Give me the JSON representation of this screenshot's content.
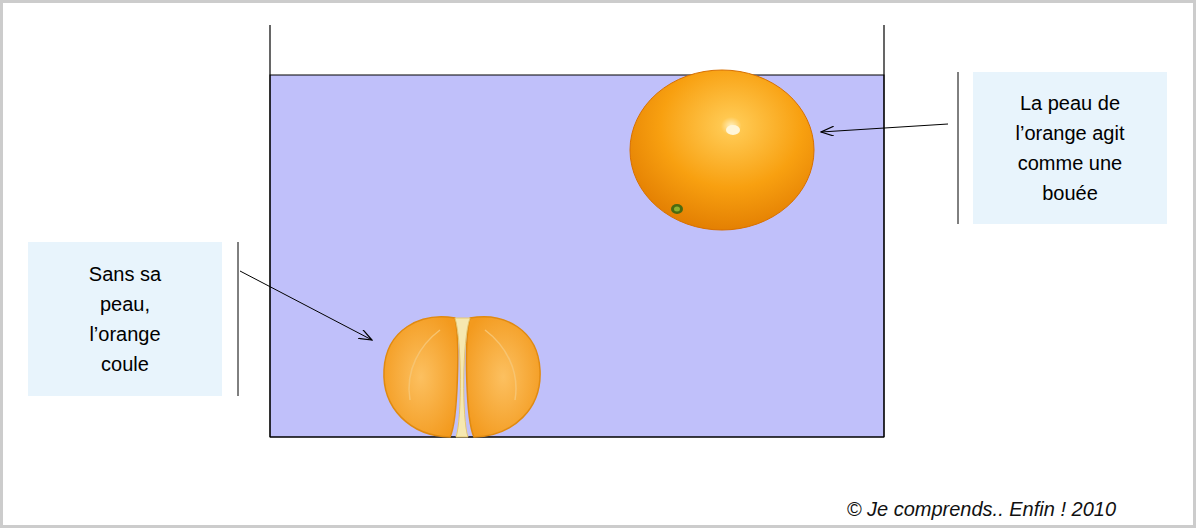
{
  "diagram": {
    "nodes": [
      {
        "text": [
          "La peau de l’orange agit comme une bouée"
        ]
      },
      {
        "text": [
          "Sans sa peau, l’orange coule"
        ]
      }
    ],
    "labels": [
      "© Je comprends.. Enfin ! 2010"
    ]
  }
}
